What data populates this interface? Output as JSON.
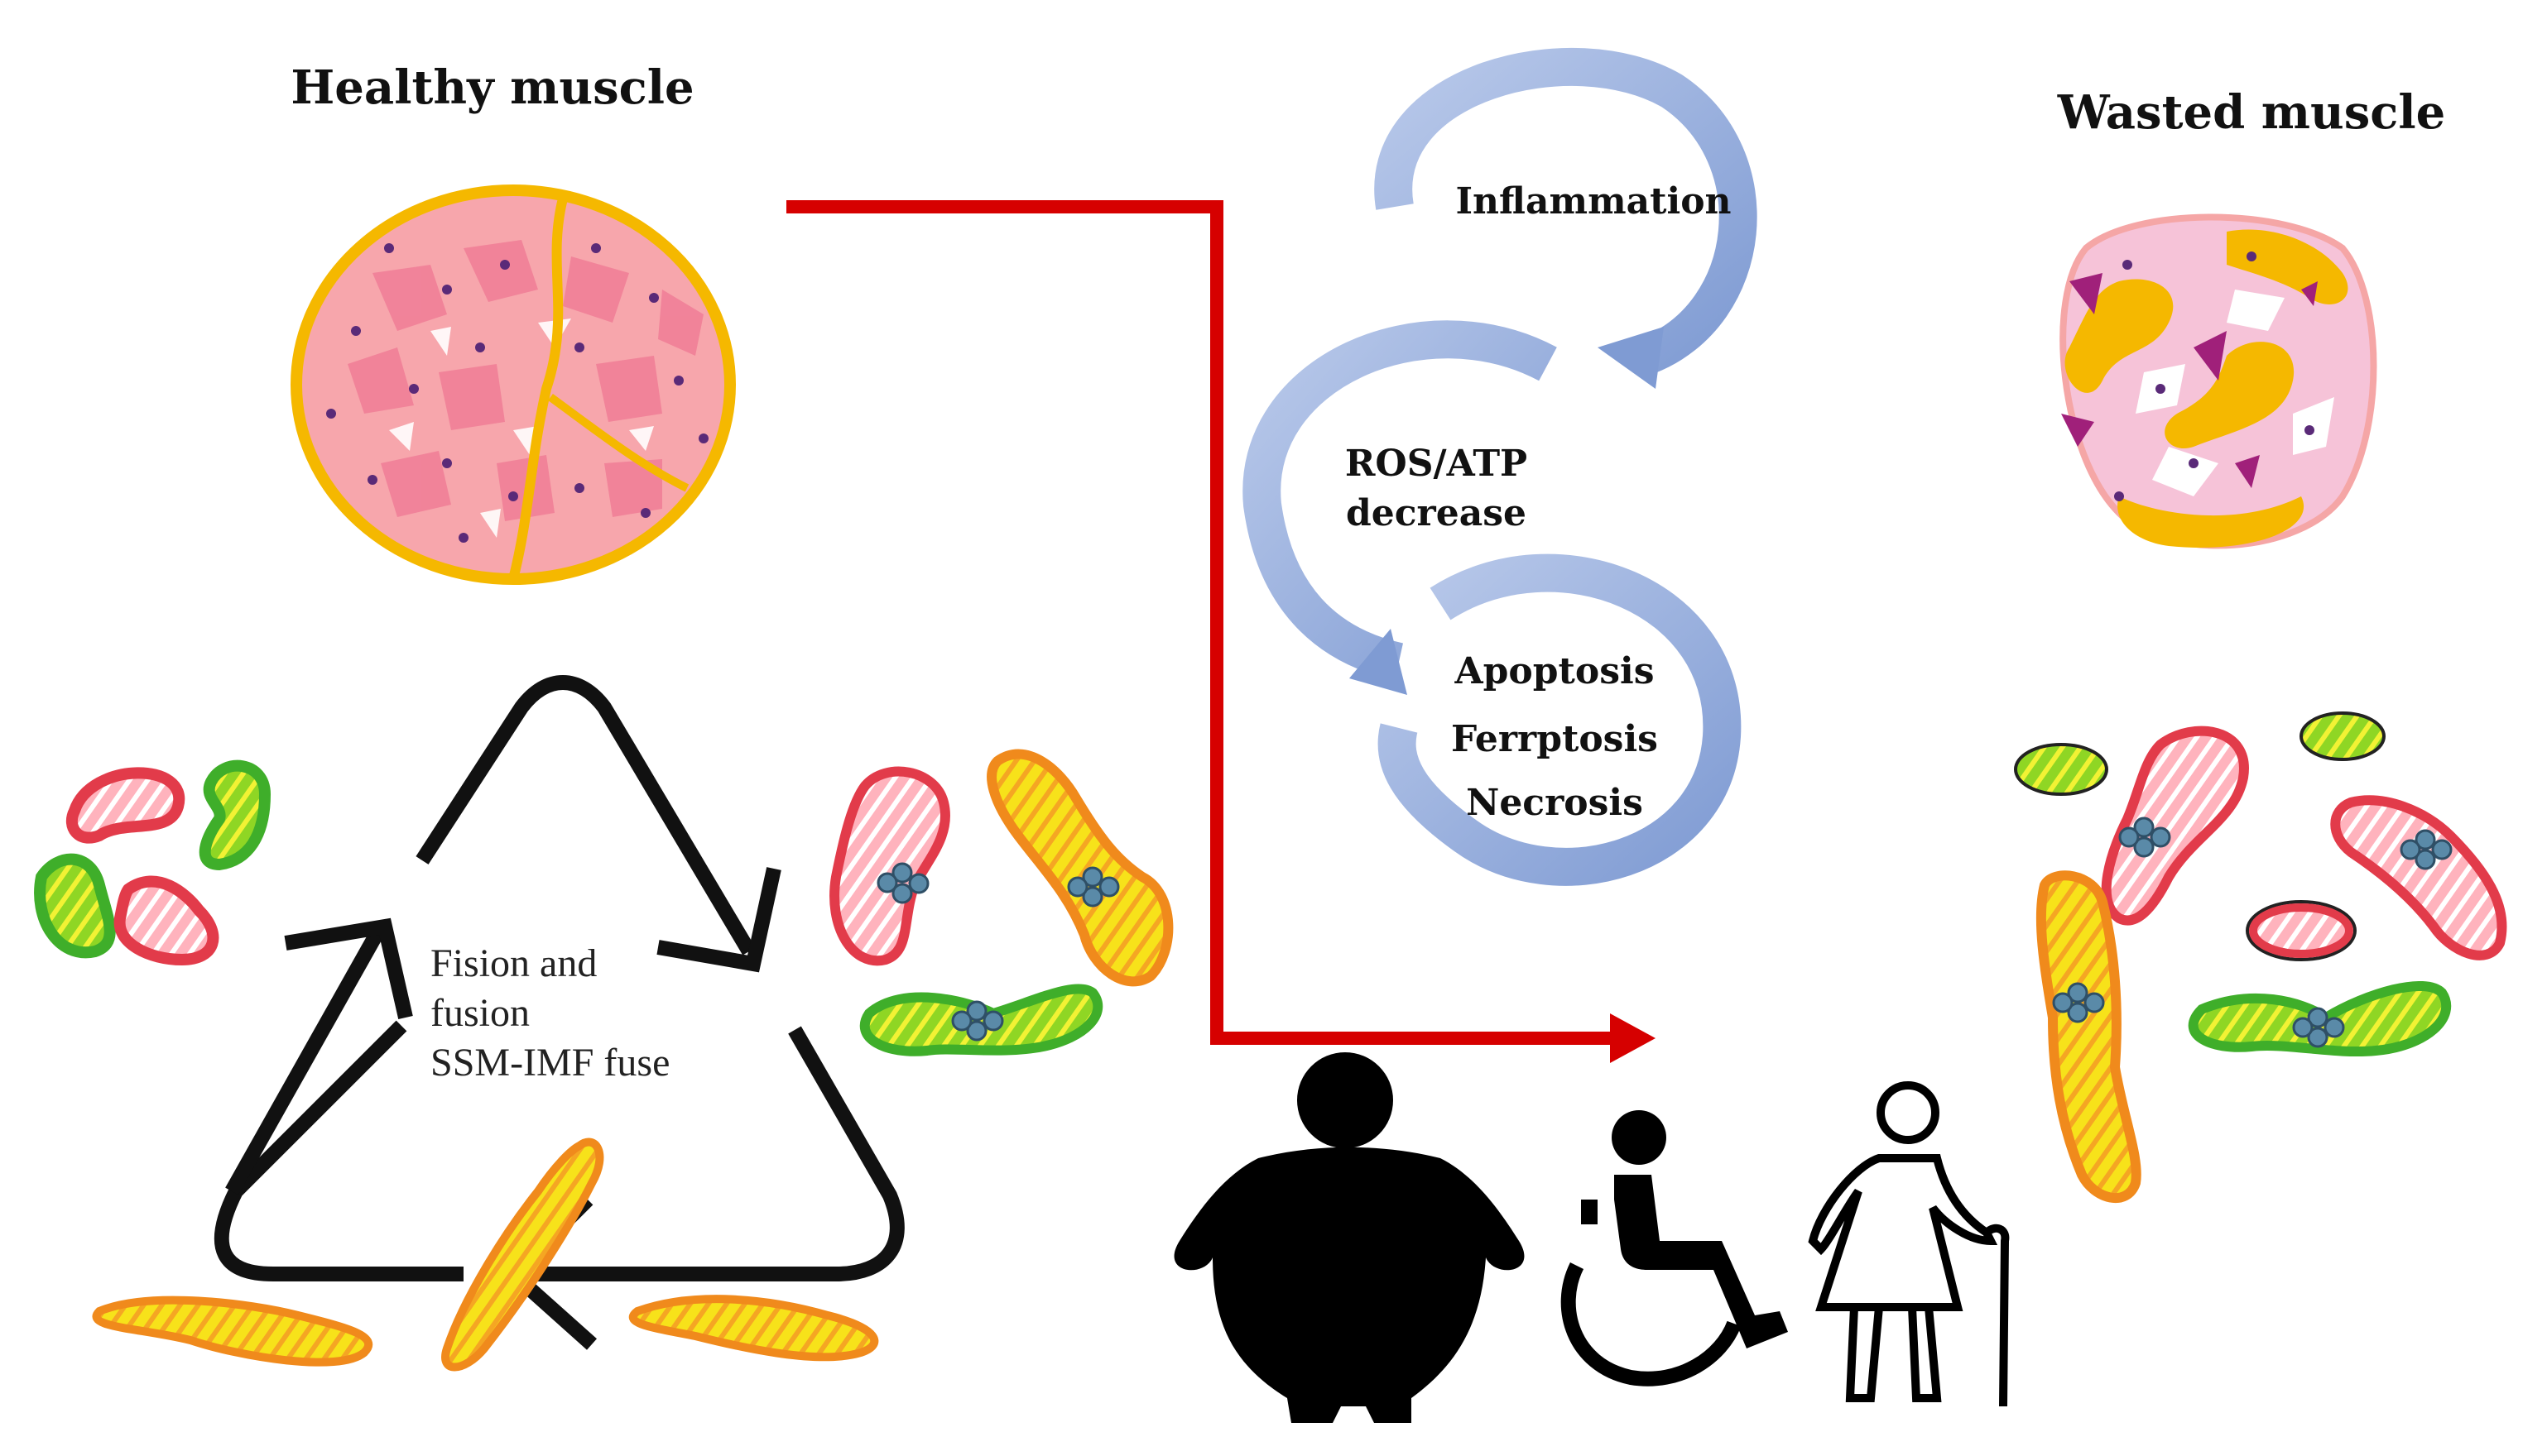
{
  "titles": {
    "healthy": "Healthy muscle",
    "wasted": "Wasted muscle"
  },
  "cycle": {
    "inflammation": "Inflammation",
    "ros_line1": "ROS/ATP",
    "ros_line2": "decrease",
    "apoptosis": "Apoptosis",
    "ferroptosis": "Ferrptosis",
    "necrosis": "Necrosis"
  },
  "dynamics": {
    "line1": "Fision and",
    "line2": "fusion",
    "line3": "SSM-IMF fuse"
  },
  "colors": {
    "arrow_red": "#d60000",
    "cycle_blue": "#8ea8d8",
    "muscle_pink": "#f2a0a6",
    "fascia_yellow": "#f5b800",
    "mito_red": "#e23b4a",
    "mito_green": "#3fae2a",
    "mito_orange": "#f08a1c",
    "mito_yellow": "#f7e21a",
    "nuclei_purple": "#5a2a78"
  },
  "icons": [
    "obese-person-icon",
    "wheelchair-user-icon",
    "elderly-woman-with-cane-icon"
  ]
}
